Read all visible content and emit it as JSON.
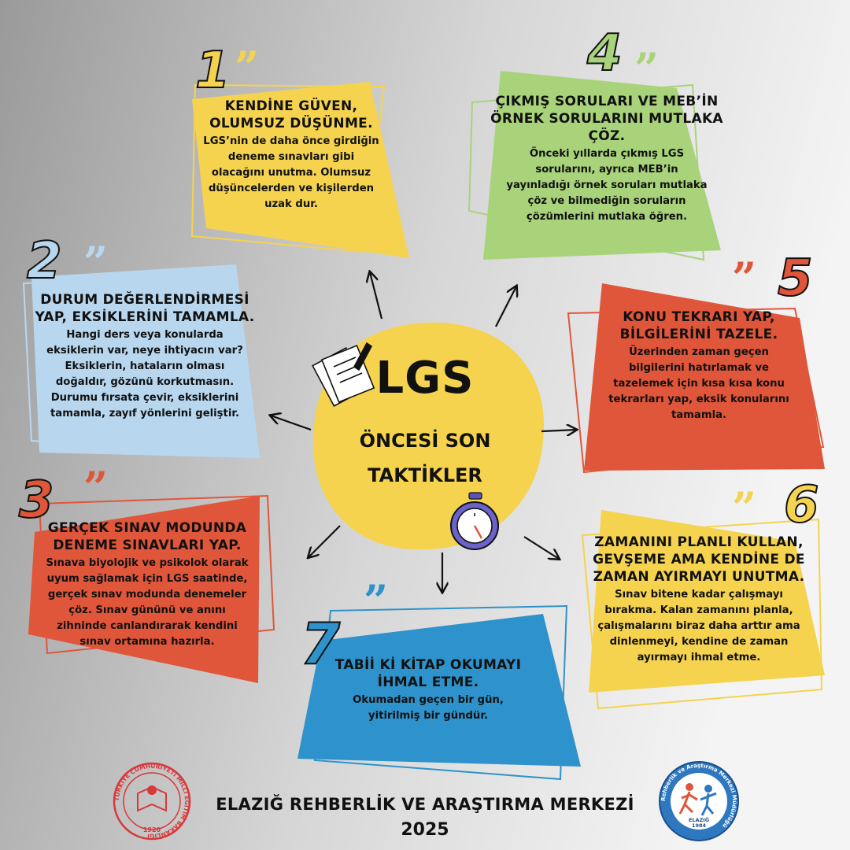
{
  "center": {
    "title": "LGS",
    "subtitle_1": "ÖNCESİ SON",
    "subtitle_2": "TAKTİKLER"
  },
  "tips": [
    {
      "number": "1",
      "title_lines": [
        "KENDİNE GÜVEN,",
        "OLUMSUZ DÜŞÜNME."
      ],
      "body_lines": [
        "LGS’nin de daha önce girdiğin",
        "deneme sınavları gibi",
        "olacağını unutma. Olumsuz",
        "düşüncelerden ve kişilerden",
        "uzak dur."
      ],
      "color": "#F5D34F"
    },
    {
      "number": "2",
      "title_lines": [
        "DURUM DEĞERLENDİRMESİ",
        "YAP, EKSİKLERİNİ TAMAMLA."
      ],
      "body_lines": [
        "Hangi ders veya konularda",
        "eksiklerin var, neye ihtiyacın var?",
        "Eksiklerin, hataların olması",
        "doğaldır, gözünü korkutmasın.",
        "Durumu fırsata çevir, eksiklerini",
        "tamamla, zayıf yönlerini geliştir."
      ],
      "color": "#B8D7EF"
    },
    {
      "number": "3",
      "title_lines": [
        "GERÇEK SINAV MODUNDA",
        "DENEME SINAVLARI YAP."
      ],
      "body_lines": [
        "Sınava biyolojik ve psikolok olarak",
        "uyum sağlamak için LGS saatinde,",
        "gerçek sınav modunda denemeler",
        "çöz. Sınav gününü ve anını",
        "zihninde canlandırarak kendini",
        "sınav ortamına hazırla."
      ],
      "color": "#E0563A"
    },
    {
      "number": "4",
      "title_lines": [
        "ÇIKMIŞ SORULARI VE MEB’İN",
        "ÖRNEK SORULARINI MUTLAKA",
        "ÇÖZ."
      ],
      "body_lines": [
        "Önceki yıllarda çıkmış LGS",
        "sorularını, ayrıca MEB’in",
        "yayınladığı örnek soruları mutlaka",
        "çöz ve bilmediğin soruların",
        "çözümlerini mutlaka öğren."
      ],
      "color": "#A9D37A"
    },
    {
      "number": "5",
      "title_lines": [
        "KONU TEKRARI YAP,",
        "BİLGİLERİNİ TAZELE."
      ],
      "body_lines": [
        "Üzerinden zaman geçen",
        "bilgilerini hatırlamak ve",
        "tazelemek için kısa kısa konu",
        "tekrarları yap, eksik konularını",
        "tamamla."
      ],
      "color": "#E0563A"
    },
    {
      "number": "6",
      "title_lines": [
        "ZAMANINI PLANLI KULLAN,",
        "GEVŞEME AMA KENDİNE DE",
        "ZAMAN AYIRMAYI UNUTMA."
      ],
      "body_lines": [
        "Sınav bitene kadar çalışmayı",
        "bırakma. Kalan zamanını planla,",
        "çalışmalarını biraz daha arttır ama",
        "dinlenmeyi, kendine de zaman",
        "ayırmayı ihmal etme."
      ],
      "color": "#F5D34F"
    },
    {
      "number": "7",
      "title_lines": [
        "TABİİ Kİ KİTAP OKUMAYI",
        "İHMAL ETME."
      ],
      "body_lines": [
        "Okumadan geçen bir gün,",
        "yitirilmiş bir gündür."
      ],
      "color": "#2E93CC"
    }
  ],
  "footer": {
    "name": "ELAZIĞ REHBERLİK VE ARAŞTIRMA MERKEZİ",
    "year": "2025"
  },
  "logos": {
    "ministry_logo_text": "TÜRKİYE CUMHURİYETİ MİLLÎ EĞİTİM BAKANLIĞI",
    "ministry_year": "1920",
    "ram_logo_text": "Rehberlik ve Araştırma Merkezi Müdürlüğü",
    "ram_city": "ELAZIĞ",
    "ram_year": "1984"
  },
  "icons": [
    "documents-pen-icon",
    "stopwatch-icon",
    "arrow-icon"
  ],
  "colors": {
    "yellow": "#F5D34F",
    "blue": "#B8D7EF",
    "red": "#E0563A",
    "green": "#A9D37A",
    "deep_blue": "#2E93CC",
    "background_dark": "#9E9E9E",
    "background_light": "#F2F2F2"
  }
}
